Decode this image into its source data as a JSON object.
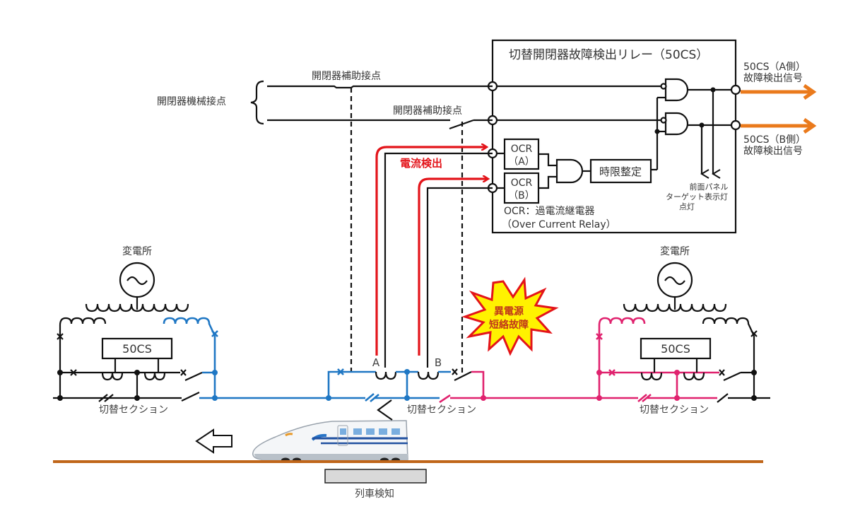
{
  "relay": {
    "title": "切替開閉器故障検出リレー（50CS）",
    "ocr_a": [
      "OCR",
      "（A）"
    ],
    "ocr_b": [
      "OCR",
      "（B）"
    ],
    "timer": "時限整定",
    "ocr_note_1": "OCR：過電流継電器",
    "ocr_note_2": "（Over Current Relay）",
    "panel_1": "前面パネル",
    "panel_2": "ターゲット表示灯",
    "panel_3": "点灯"
  },
  "outputs": {
    "a_line1": "50CS（A側）",
    "a_line2": "故障検出信号",
    "b_line1": "50CS（B側）",
    "b_line2": "故障検出信号",
    "color": "#ea7a1c"
  },
  "contacts": {
    "mech": "開閉器機械接点",
    "aux_top": "開閉器補助接点",
    "aux_bottom": "開閉器補助接点"
  },
  "current_detect": {
    "label": "電流検出",
    "color": "#e3141a"
  },
  "ct_labels": {
    "a": "A",
    "b": "B"
  },
  "fault": {
    "line1": "異電源",
    "line2": "短絡故障"
  },
  "substation_left": {
    "title": "変電所",
    "box": "50CS",
    "section": "切替セクション"
  },
  "substation_right": {
    "title": "変電所",
    "box": "50CS",
    "section": "切替セクション"
  },
  "center_section": "切替セクション",
  "train_detect": "列車検知",
  "colors": {
    "feeder_blue": "#1f77c4",
    "feeder_pink": "#e0226e",
    "rail": "#c0661a"
  }
}
